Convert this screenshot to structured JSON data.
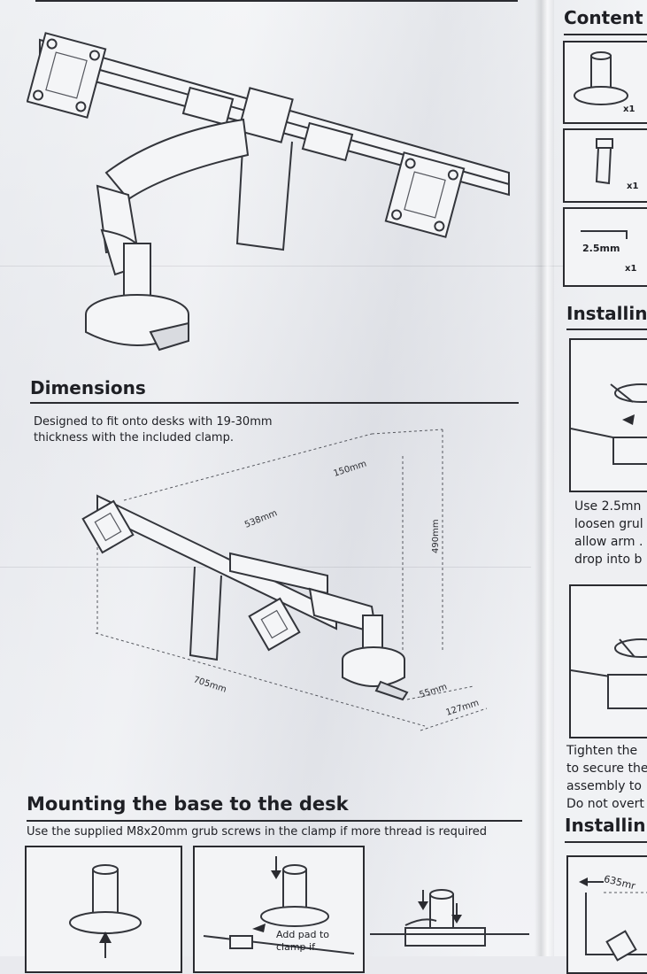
{
  "dimensions": {
    "heading": "Dimensions",
    "description_line1": "Designed to fit onto desks with 19-30mm",
    "description_line2": "thickness with the included clamp.",
    "labels": {
      "d150": "150mm",
      "d538": "538mm",
      "d490": "490mm",
      "d705": "705mm",
      "d55": "55mm",
      "d127": "127mm"
    }
  },
  "mounting": {
    "heading": "Mounting the base to the desk",
    "subtext": "Use the supplied M8x20mm grub screws in the clamp if more thread is required",
    "callout_line1": "Add pad to",
    "callout_line2": "clamp if"
  },
  "right_column": {
    "contents_heading": "Content",
    "contents_items": [
      {
        "qty": "x1"
      },
      {
        "qty": "x1"
      },
      {
        "label": "2.5mm",
        "qty": "x1"
      }
    ],
    "installing_heading_1": "Installin",
    "step1_lines": [
      "Use 2.5mn",
      "loosen grul",
      "allow arm .",
      "drop into b"
    ],
    "step2_lines": [
      "Tighten the",
      "to secure the",
      "assembly to",
      "Do not overt"
    ],
    "installing_heading_2": "Installin",
    "dim_635": "635mr"
  }
}
